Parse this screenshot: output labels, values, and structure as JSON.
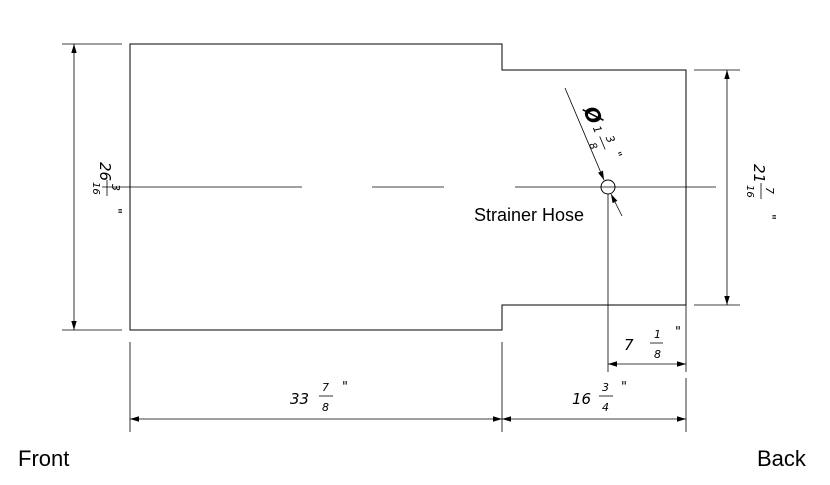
{
  "labels": {
    "front": "Front",
    "back": "Back",
    "strainer": "Strainer Hose"
  },
  "dimensions": {
    "front_length": {
      "whole": "33",
      "num": "7",
      "den": "8",
      "unit": "\""
    },
    "back_length": {
      "whole": "16",
      "num": "3",
      "den": "4",
      "unit": "\""
    },
    "front_width": {
      "whole": "26",
      "num": "3",
      "den": "16",
      "unit": "\""
    },
    "back_width": {
      "whole": "21",
      "num": "7",
      "den": "16",
      "unit": "\""
    },
    "hose_offset": {
      "whole": "7",
      "num": "1",
      "den": "8",
      "unit": "\""
    },
    "hose_diameter": {
      "symbol": "Ø",
      "whole": "1",
      "num": "3",
      "den": "8",
      "unit": "\""
    }
  }
}
